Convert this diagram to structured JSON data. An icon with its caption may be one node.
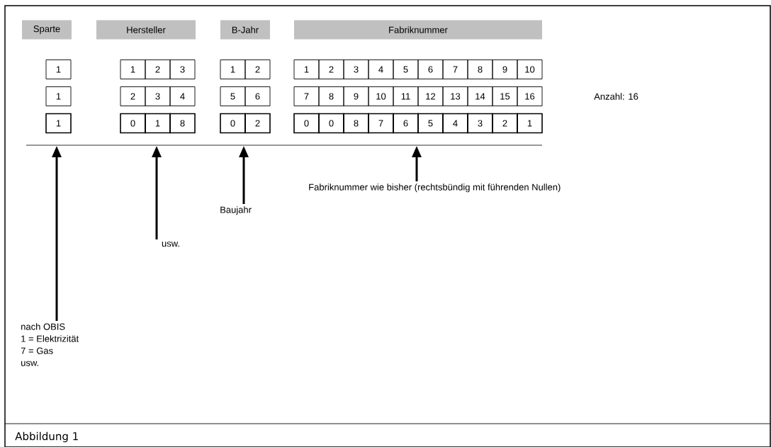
{
  "diagram": {
    "caption": "Abbildung 1",
    "nodes": [
      {
        "text": [
          "Sparte"
        ]
      },
      {
        "text": [
          "Hersteller"
        ]
      },
      {
        "text": [
          "B-Jahr"
        ]
      },
      {
        "text": [
          "Fabriknummer"
        ]
      },
      {
        "text": [
          "nach OBIS",
          "1 = Elektrizität",
          "7 = Gas",
          "usw."
        ]
      },
      {
        "text": [
          "usw."
        ]
      },
      {
        "text": [
          "Baujahr"
        ]
      },
      {
        "text": [
          "Fabriknummer wie bisher (rechtsbündig mit führenden Nullen)"
        ]
      }
    ],
    "edges": [
      {
        "from": 4,
        "to": null,
        "arrow": "to"
      },
      {
        "from": 5,
        "to": null,
        "arrow": "to"
      },
      {
        "from": 6,
        "to": null,
        "arrow": "to"
      },
      {
        "from": 7,
        "to": null,
        "arrow": "to"
      }
    ],
    "labels": [
      "1",
      "1",
      "2",
      "3",
      "1",
      "2",
      "1",
      "2",
      "3",
      "4",
      "5",
      "6",
      "7",
      "8",
      "9",
      "10",
      "1",
      "2",
      "3",
      "4",
      "5",
      "6",
      "7",
      "8",
      "9",
      "10",
      "11",
      "12",
      "13",
      "14",
      "15",
      "16",
      "1",
      "0",
      "1",
      "8",
      "0",
      "2",
      "0",
      "0",
      "8",
      "7",
      "6",
      "5",
      "4",
      "3",
      "2",
      "1",
      "Anzahl: 16"
    ]
  }
}
